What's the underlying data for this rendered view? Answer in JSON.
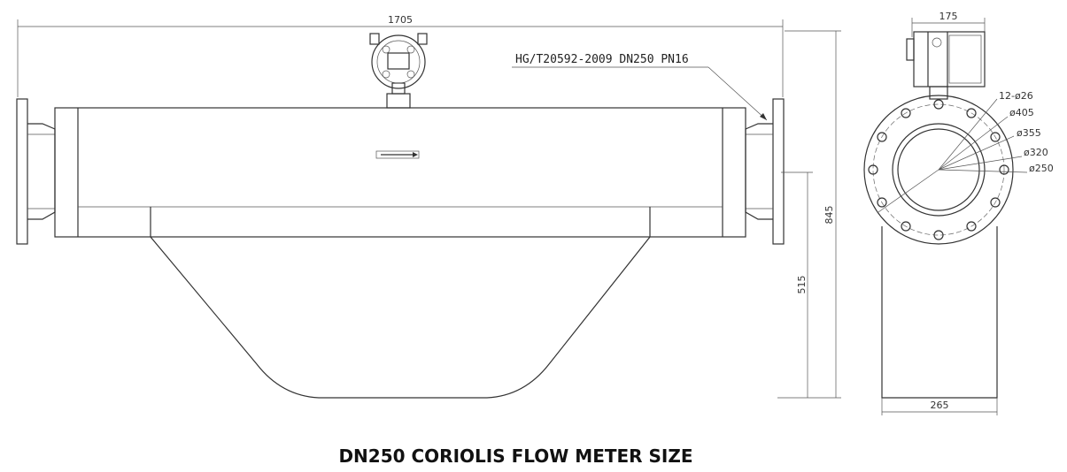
{
  "caption": "DN250 CORIOLIS FLOW METER SIZE",
  "annotation": "HG/T20592-2009 DN250 PN16",
  "dimensions": {
    "overall_length": "1705",
    "overall_height": "845",
    "lower_height": "515",
    "head_width": "175",
    "base_width": "265",
    "bolt_holes": "12-ø26",
    "bolt_circle_outer": "ø405",
    "bolt_circle": "ø355",
    "raised_face": "ø320",
    "bore": "ø250"
  }
}
